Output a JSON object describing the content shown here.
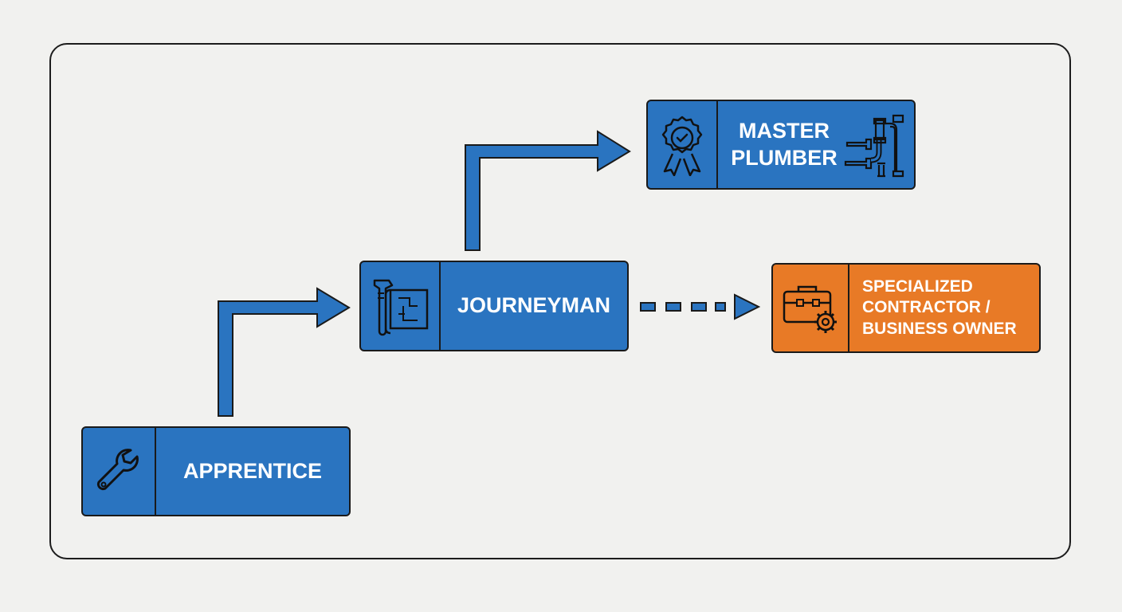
{
  "diagram": {
    "stages": {
      "apprentice": {
        "label": "APPRENTICE",
        "icon": "wrench-icon"
      },
      "journeyman": {
        "label": "JOURNEYMAN",
        "icon": "pipe-wrench-blueprint-icon"
      },
      "master": {
        "line1": "MASTER",
        "line2": "PLUMBER",
        "icon": "award-badge-icon",
        "secondary_icon": "pipes-icon"
      },
      "contractor": {
        "line1": "SPECIALIZED",
        "line2": "CONTRACTOR /",
        "line3": "BUSINESS OWNER",
        "icon": "toolbox-gear-icon"
      }
    },
    "colors": {
      "primary": "#2a74c0",
      "secondary": "#e87a26",
      "outline": "#1a1a1a",
      "background": "#f1f1ef"
    },
    "connectors": [
      {
        "from": "apprentice",
        "to": "journeyman",
        "style": "solid"
      },
      {
        "from": "journeyman",
        "to": "master",
        "style": "solid"
      },
      {
        "from": "journeyman",
        "to": "contractor",
        "style": "dashed"
      }
    ]
  }
}
